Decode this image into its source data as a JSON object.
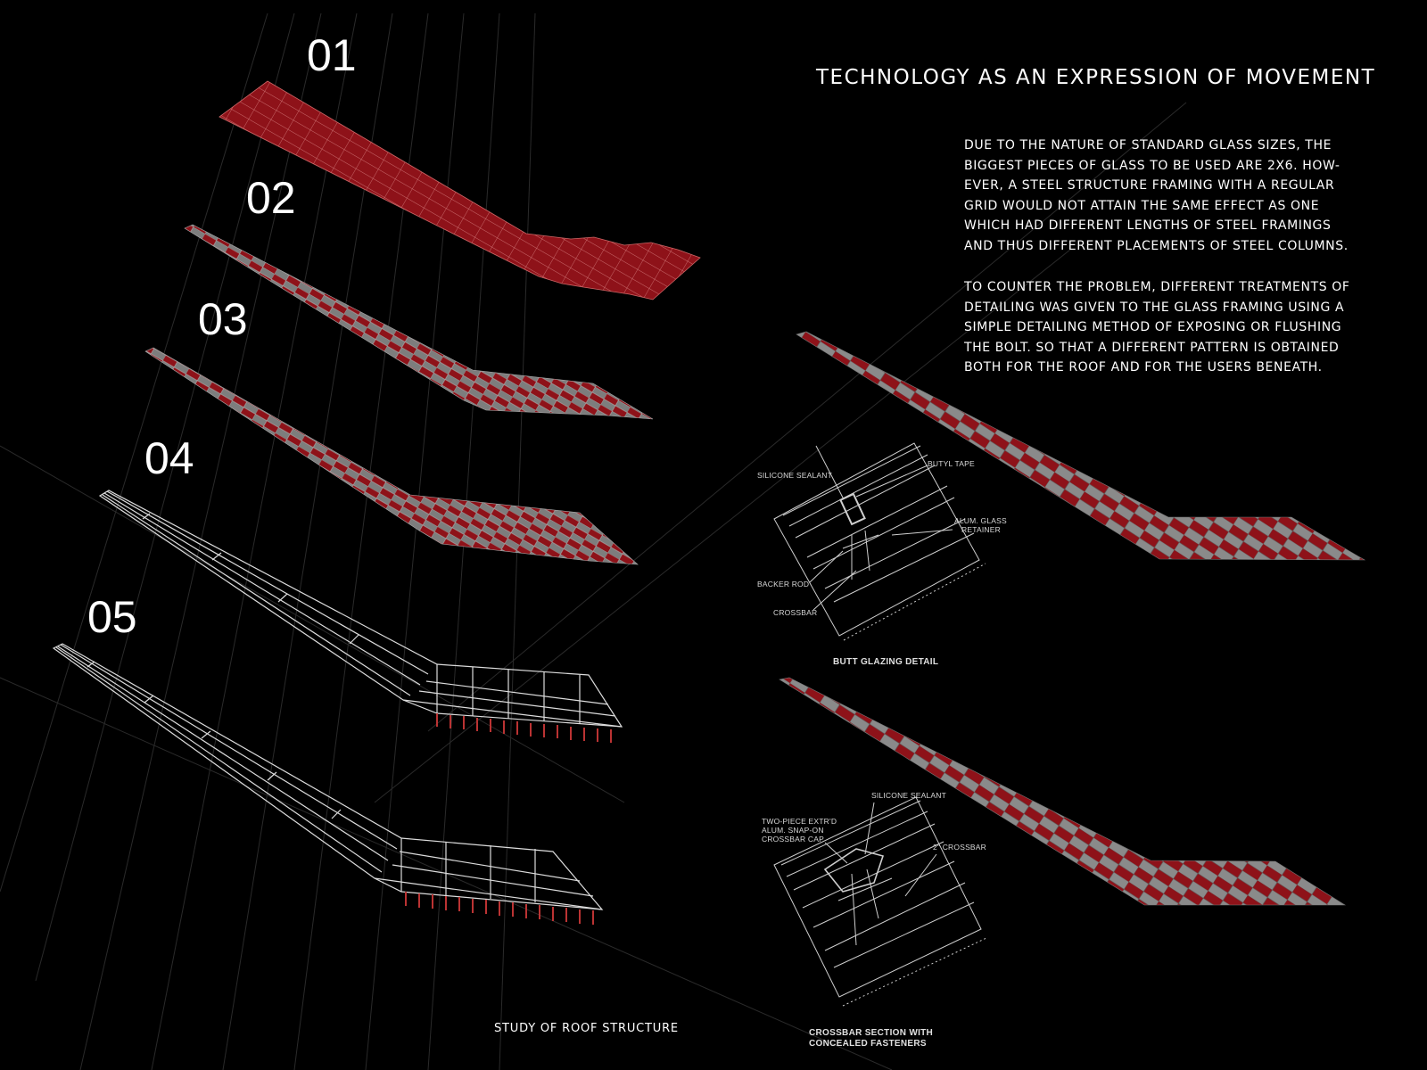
{
  "title": "TECHNOLOGY AS AN EXPRESSION OF MOVEMENT",
  "paragraphs": [
    "DUE TO THE NATURE OF STANDARD GLASS SIZES, THE BIGGEST PIECES OF GLASS TO BE USED ARE 2X6. HOW-EVER, A STEEL STRUCTURE FRAMING WITH A REGULAR GRID WOULD NOT ATTAIN THE SAME EFFECT AS ONE WHICH HAD DIFFERENT LENGTHS OF STEEL FRAMINGS AND THUS DIFFERENT PLACEMENTS OF STEEL COLUMNS.",
    "TO COUNTER THE PROBLEM, DIFFERENT TREATMENTS OF DETAILING WAS GIVEN TO THE GLASS FRAMING USING A SIMPLE DETAILING METHOD OF EXPOSING OR FLUSHING THE BOLT. SO THAT A DIFFERENT PATTERN IS OBTAINED BOTH FOR THE ROOF AND FOR THE USERS BENEATH."
  ],
  "layer_numbers": [
    "01",
    "02",
    "03",
    "04",
    "05"
  ],
  "caption_study": "STUDY OF ROOF STRUCTURE",
  "detail_butt": {
    "title": "BUTT GLAZING DETAIL",
    "labels": {
      "silicone": "SILICONE SEALANT",
      "butyl": "BUTYL TAPE",
      "retainer_1": "ALUM. GLASS",
      "retainer_2": "RETAINER",
      "backer": "BACKER ROD",
      "crossbar": "CROSSBAR"
    }
  },
  "detail_crossbar": {
    "title_1": "CROSSBAR SECTION WITH",
    "title_2": "CONCEALED FASTENERS",
    "labels": {
      "silicone": "SILICONE SEALANT",
      "cap_1": "TWO-PIECE EXTR'D",
      "cap_2": "ALUM. SNAP-ON",
      "cap_3": "CROSSBAR CAP",
      "crossbar": "2\" CROSSBAR"
    }
  },
  "colors": {
    "background": "#000000",
    "glass_red": "#8e1219",
    "glass_red_light": "#a3232b",
    "frame_grey": "#8a8a8a",
    "text": "#ffffff"
  }
}
